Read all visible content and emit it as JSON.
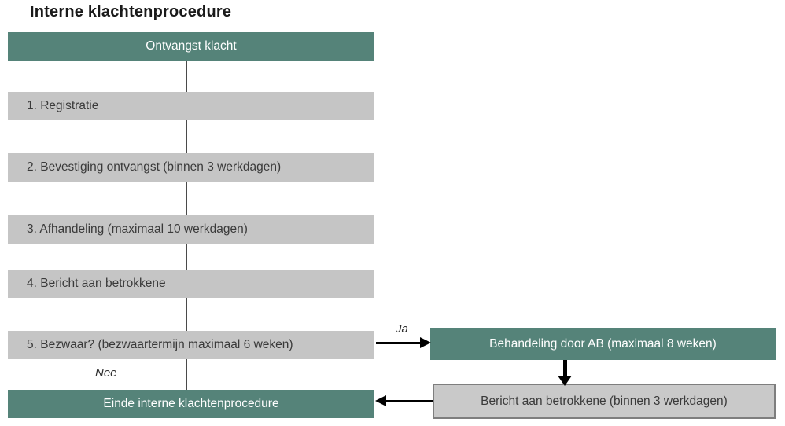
{
  "title": "Interne klachtenprocedure",
  "colors": {
    "teal": "#558379",
    "gray_bar": "#c5c5c5",
    "gray_box_border": "#7e7e7e",
    "dark_text": "#3a3a3a",
    "light_text": "#ffffff",
    "connector": "#4a4a4a",
    "arrow": "#000000"
  },
  "flow": {
    "start": {
      "label": "Ontvangst klacht"
    },
    "steps": [
      {
        "label": "1. Registratie"
      },
      {
        "label": "2. Bevestiging ontvangst (binnen 3 werkdagen)"
      },
      {
        "label": "3. Afhandeling (maximaal 10 werkdagen)"
      },
      {
        "label": "4. Bericht aan betrokkene"
      },
      {
        "label": "5. Bezwaar? (bezwaartermijn maximaal 6 weken)"
      }
    ],
    "branch_yes": {
      "label": "Ja",
      "boxes": [
        {
          "label": "Behandeling door AB (maximaal 8 weken)"
        },
        {
          "label": "Bericht aan betrokkene (binnen 3 werkdagen)"
        }
      ]
    },
    "branch_no": {
      "label": "Nee"
    },
    "end": {
      "label": "Einde interne klachtenprocedure"
    }
  }
}
